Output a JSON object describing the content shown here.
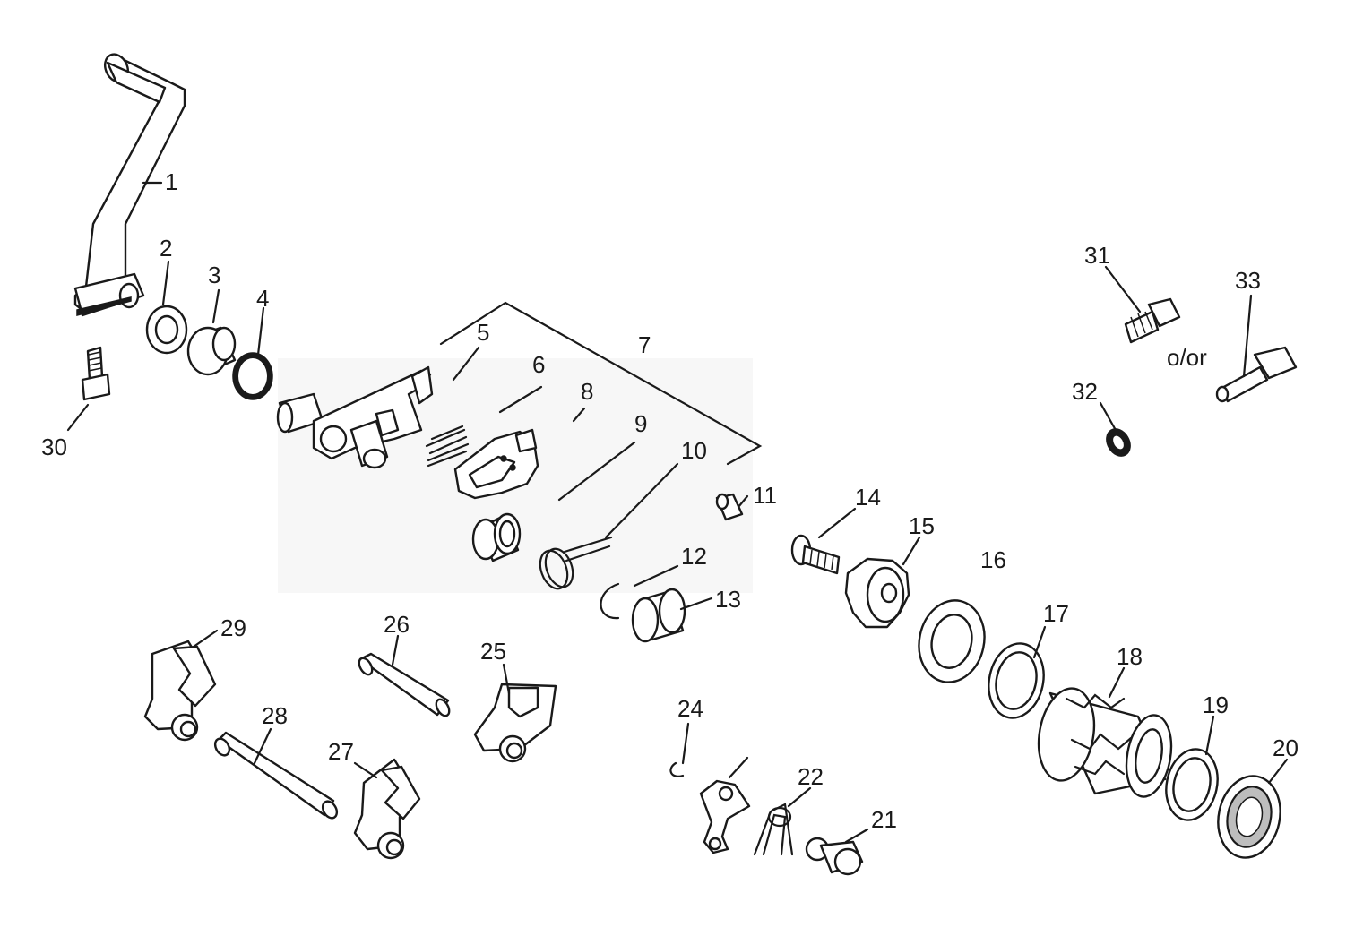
{
  "diagram": {
    "callouts": [
      {
        "id": "1",
        "text": "1"
      },
      {
        "id": "2",
        "text": "2"
      },
      {
        "id": "3",
        "text": "3"
      },
      {
        "id": "4",
        "text": "4"
      },
      {
        "id": "5",
        "text": "5"
      },
      {
        "id": "6",
        "text": "6"
      },
      {
        "id": "7",
        "text": "7"
      },
      {
        "id": "8",
        "text": "8"
      },
      {
        "id": "9",
        "text": "9"
      },
      {
        "id": "10",
        "text": "10"
      },
      {
        "id": "11",
        "text": "11"
      },
      {
        "id": "12",
        "text": "12"
      },
      {
        "id": "13",
        "text": "13"
      },
      {
        "id": "14",
        "text": "14"
      },
      {
        "id": "15",
        "text": "15"
      },
      {
        "id": "16",
        "text": "16"
      },
      {
        "id": "17",
        "text": "17"
      },
      {
        "id": "18",
        "text": "18"
      },
      {
        "id": "19",
        "text": "19"
      },
      {
        "id": "20",
        "text": "20"
      },
      {
        "id": "21",
        "text": "21"
      },
      {
        "id": "22",
        "text": "22"
      },
      {
        "id": "24",
        "text": "24"
      },
      {
        "id": "25",
        "text": "25"
      },
      {
        "id": "26",
        "text": "26"
      },
      {
        "id": "27",
        "text": "27"
      },
      {
        "id": "28",
        "text": "28"
      },
      {
        "id": "29",
        "text": "29"
      },
      {
        "id": "30",
        "text": "30"
      },
      {
        "id": "31",
        "text": "31"
      },
      {
        "id": "32",
        "text": "32"
      },
      {
        "id": "33",
        "text": "33"
      }
    ],
    "alternative_note": "o/or"
  }
}
